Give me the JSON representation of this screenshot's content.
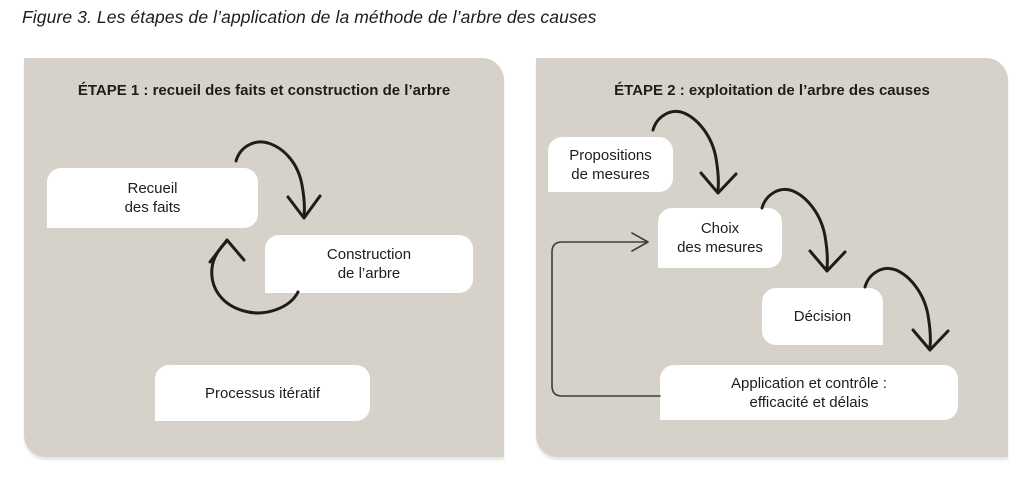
{
  "figure": {
    "caption": "Figure 3. Les étapes de l’application de la méthode de l’arbre des causes"
  },
  "panel1": {
    "title": "ÉTAPE 1 : recueil des faits et construction de l’arbre",
    "boxes": {
      "recueil": "Recueil\ndes faits",
      "construction": "Construction\nde l’arbre",
      "processus": "Processus itératif"
    }
  },
  "panel2": {
    "title": "ÉTAPE 2 : exploitation de l’arbre des causes",
    "boxes": {
      "propositions": "Propositions\nde mesures",
      "choix": "Choix\ndes mesures",
      "decision": "Décision",
      "application": "Application et contrôle :\nefficacité et délais"
    }
  },
  "colors": {
    "panel_bg": "#d6d2c9",
    "box_bg": "#ffffff",
    "text": "#1d1d1b",
    "arrow_thick": "#1d1d1b",
    "arrow_thin": "#3d3d3b"
  }
}
